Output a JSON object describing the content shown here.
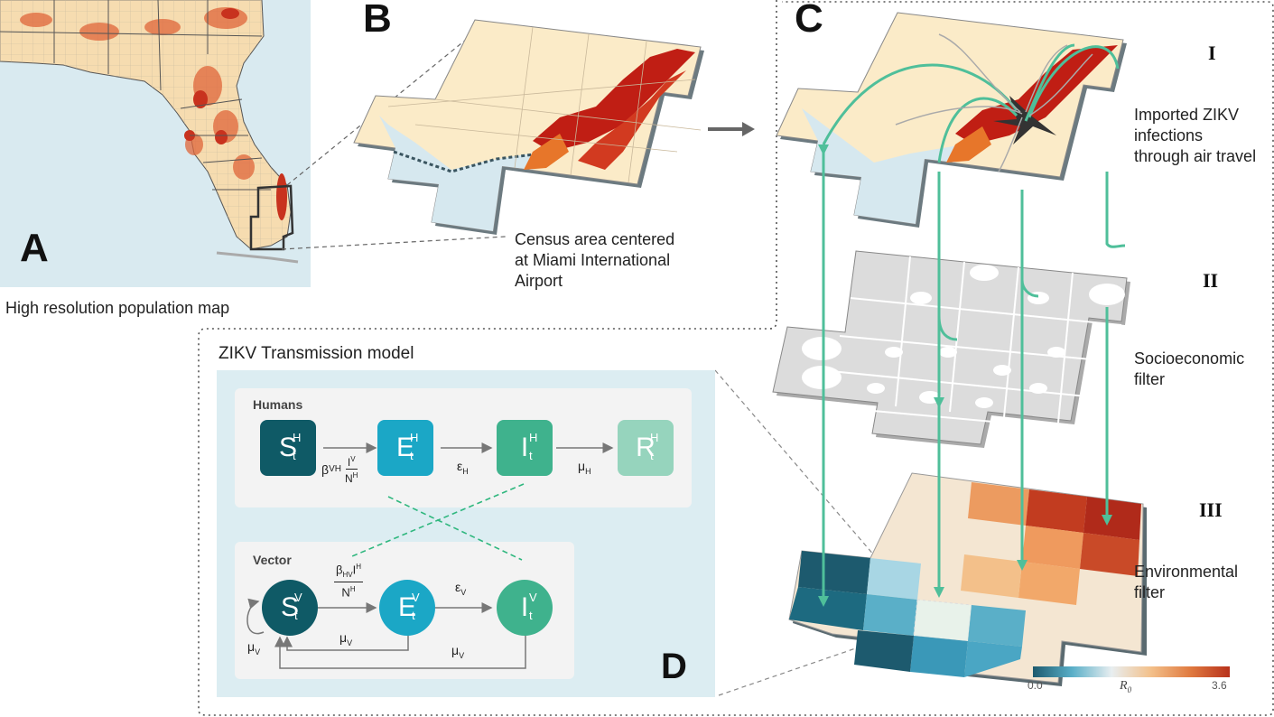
{
  "panels": {
    "a": "A",
    "b": "B",
    "c": "C",
    "d": "D"
  },
  "panel_a": {
    "caption": "High resolution population map"
  },
  "panel_b": {
    "caption_lines": [
      "Census area centered",
      "at Miami International",
      "Airport"
    ]
  },
  "panel_c": {
    "layers": [
      {
        "numeral": "I",
        "caption_lines": [
          "Imported ZIKV",
          "infections",
          "through air travel"
        ]
      },
      {
        "numeral": "II",
        "caption_lines": [
          "Socioeconomic",
          "filter"
        ]
      },
      {
        "numeral": "III",
        "caption_lines": [
          "Environmental",
          "filter"
        ]
      }
    ],
    "legend": {
      "min": "0.0",
      "max": "3.6",
      "label": "R",
      "label_sub": "0",
      "colors": [
        "#1d5a6e",
        "#5aafc8",
        "#e8eef0",
        "#f3c08a",
        "#e07a40",
        "#b8321c"
      ]
    }
  },
  "panel_d": {
    "title": "ZIKV Transmission model",
    "humans": {
      "label": "Humans",
      "nodes": [
        {
          "sym": "S",
          "sup": "H",
          "sub": "t",
          "color": "#0f5a66"
        },
        {
          "sym": "E",
          "sup": "H",
          "sub": "t",
          "color": "#1ba7c6"
        },
        {
          "sym": "I",
          "sup": "H",
          "sub": "t",
          "color": "#3fb28d"
        },
        {
          "sym": "R",
          "sup": "H",
          "sub": "t",
          "color": "#96d4bd"
        }
      ],
      "rates": {
        "infection": {
          "beta": "β",
          "beta_sub": "VH",
          "num": "I",
          "num_sup": "V",
          "den": "N",
          "den_sup": "H"
        },
        "incubation": {
          "sym": "ε",
          "sub": "H"
        },
        "recovery": {
          "sym": "μ",
          "sub": "H"
        }
      }
    },
    "vector": {
      "label": "Vector",
      "nodes": [
        {
          "sym": "S",
          "sup": "V",
          "sub": "t",
          "color": "#0f5a66"
        },
        {
          "sym": "E",
          "sup": "V",
          "sub": "t",
          "color": "#1ba7c6"
        },
        {
          "sym": "I",
          "sup": "V",
          "sub": "t",
          "color": "#3fb28d"
        }
      ],
      "rates": {
        "infection": {
          "beta": "β",
          "beta_sub": "HV",
          "num": "I",
          "num_sup": "H",
          "den": "N",
          "den_sup": "H"
        },
        "incubation": {
          "sym": "ε",
          "sub": "V"
        },
        "mortality": {
          "sym": "μ",
          "sub": "V"
        }
      }
    }
  }
}
